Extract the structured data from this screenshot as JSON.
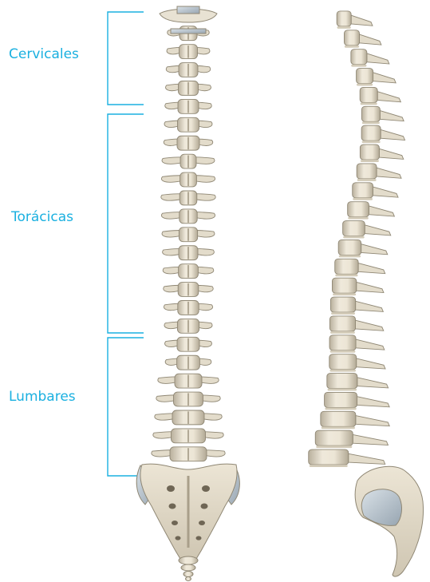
{
  "labels": {
    "cervical": "Cervicales",
    "thoracic": "Torácicas",
    "lumbar": "Lumbares"
  },
  "colors": {
    "label_text": "#1ab0e0",
    "bracket_line": "#1ab0e0",
    "bone": "#e6e0d0",
    "bone_shadow": "#9a9282",
    "cartilage": "#c9d2da"
  },
  "views": {
    "front": "anterior-view-spine",
    "side": "lateral-view-spine"
  },
  "segments": {
    "cervical_count": 7,
    "thoracic_count": 12,
    "lumbar_count": 5
  }
}
